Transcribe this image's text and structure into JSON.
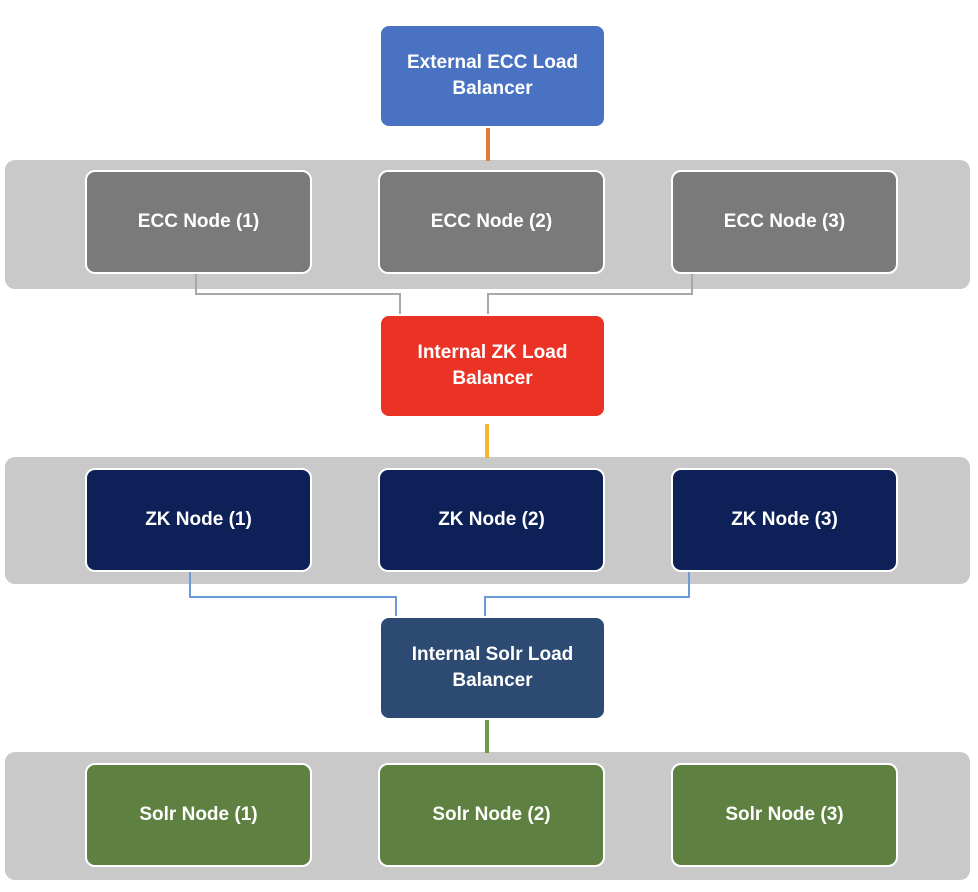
{
  "external_lb": {
    "label": "External ECC Load Balancer",
    "color": "#4a72c3"
  },
  "ecc_tier": {
    "nodes": [
      "ECC Node (1)",
      "ECC Node (2)",
      "ECC Node (3)"
    ],
    "color": "#7a7a7a"
  },
  "zk_lb": {
    "label": "Internal ZK Load Balancer",
    "color": "#ea3324"
  },
  "zk_tier": {
    "nodes": [
      "ZK Node (1)",
      "ZK Node (2)",
      "ZK Node (3)"
    ],
    "color": "#0d2158"
  },
  "solr_lb": {
    "label": "Internal Solr Load Balancer",
    "color": "#2c4a72"
  },
  "solr_tier": {
    "nodes": [
      "Solr Node (1)",
      "Solr Node (2)",
      "Solr Node (3)"
    ],
    "color": "#5e8040"
  },
  "connector_colors": {
    "external_to_ecc": "#e07b39",
    "ecc_to_zk": "#a8a8a8",
    "zk_lb_to_zk": "#f5b731",
    "zk_to_solr": "#6b9ad8",
    "solr_lb_to_solr": "#6f9a4a",
    "band": "#c9c9c9"
  }
}
